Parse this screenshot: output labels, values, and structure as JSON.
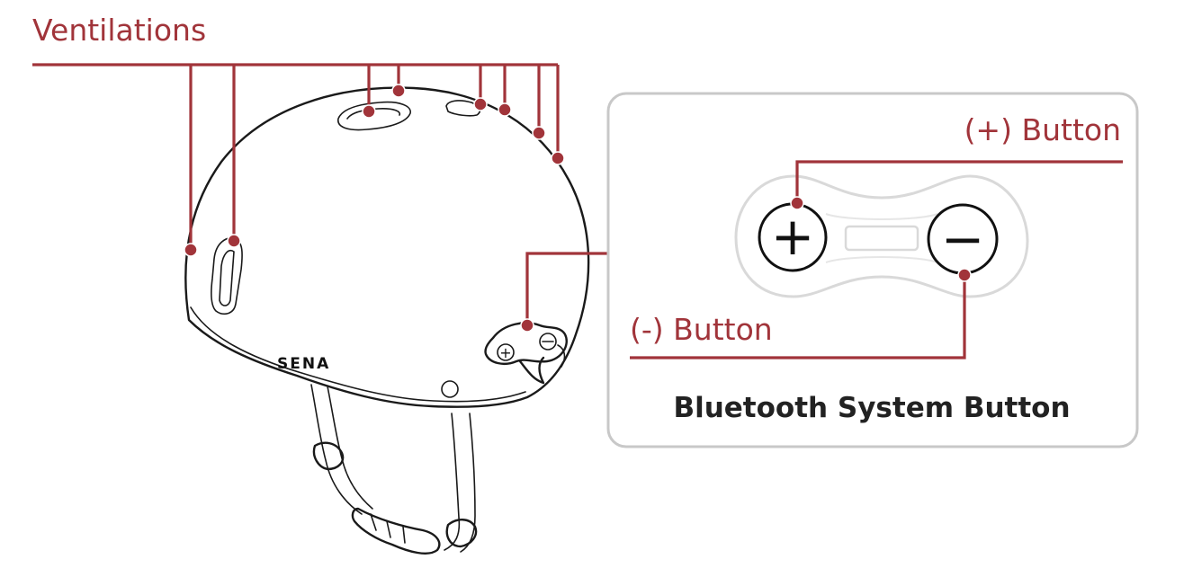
{
  "labels": {
    "ventilations": "Ventilations",
    "plus_button": "(+) Button",
    "minus_button": "(-) Button",
    "system_button": "Bluetooth System Button"
  },
  "helmet": {
    "brand": "SENA"
  },
  "module": {
    "plus_symbol": "+",
    "minus_symbol": "−"
  },
  "colors": {
    "callout": "#a1343a",
    "outline": "#1a1a1a",
    "panel_border": "#c8c8c8",
    "module_gray": "#d9d9d9"
  }
}
